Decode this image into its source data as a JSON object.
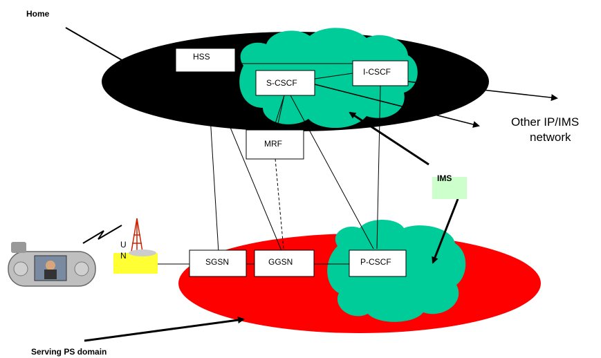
{
  "diagram": {
    "labels": {
      "home": "Home",
      "serving_domain": "Serving PS domain",
      "other_network_line1": "Other IP/IMS",
      "other_network_line2": "network",
      "ims": "IMS",
      "utran_u": "U",
      "utran_n": "N"
    },
    "nodes": {
      "hss": "HSS",
      "s_cscf": "S-CSCF",
      "i_cscf": "I-CSCF",
      "mrf": "MRF",
      "sgsn": "SGSN",
      "ggsn": "GGSN",
      "p_cscf": "P-CSCF"
    }
  },
  "colors": {
    "home_network": "#000000",
    "serving_network": "#ff0000",
    "ims_cloud": "#00cc99",
    "utran_box": "#ffff33",
    "ims_label_box": "#ccffcc"
  }
}
